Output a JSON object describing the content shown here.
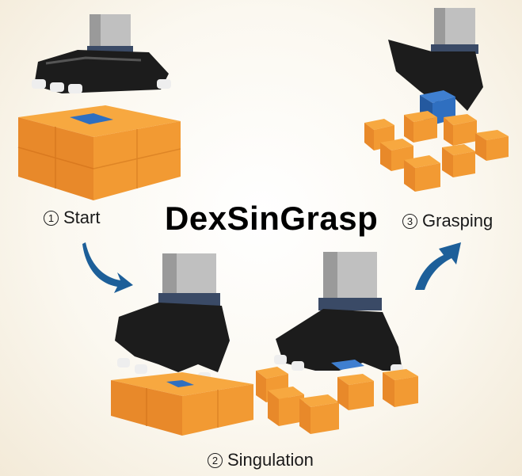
{
  "title": "DexSinGrasp",
  "steps": [
    {
      "number": "1",
      "label": "Start"
    },
    {
      "number": "2",
      "label": "Singulation"
    },
    {
      "number": "3",
      "label": "Grasping"
    }
  ],
  "colors": {
    "block_orange": "#f39a34",
    "target_blue": "#2f6fc0",
    "arrow_blue": "#1d5f99",
    "robot_black": "#1c1c1c",
    "mount_silver": "#b9b9b9"
  }
}
